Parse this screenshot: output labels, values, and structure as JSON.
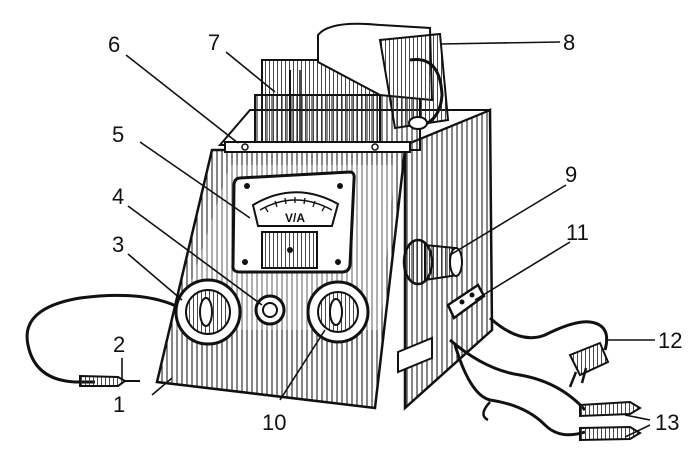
{
  "figure": {
    "meter_label": "V/A",
    "callouts": [
      {
        "id": "1",
        "label": "1"
      },
      {
        "id": "2",
        "label": "2"
      },
      {
        "id": "3",
        "label": "3"
      },
      {
        "id": "4",
        "label": "4"
      },
      {
        "id": "5",
        "label": "5"
      },
      {
        "id": "6",
        "label": "6"
      },
      {
        "id": "7",
        "label": "7"
      },
      {
        "id": "8",
        "label": "8"
      },
      {
        "id": "9",
        "label": "9"
      },
      {
        "id": "10",
        "label": "10"
      },
      {
        "id": "11",
        "label": "11"
      },
      {
        "id": "12",
        "label": "12"
      },
      {
        "id": "13",
        "label": "13"
      }
    ]
  }
}
